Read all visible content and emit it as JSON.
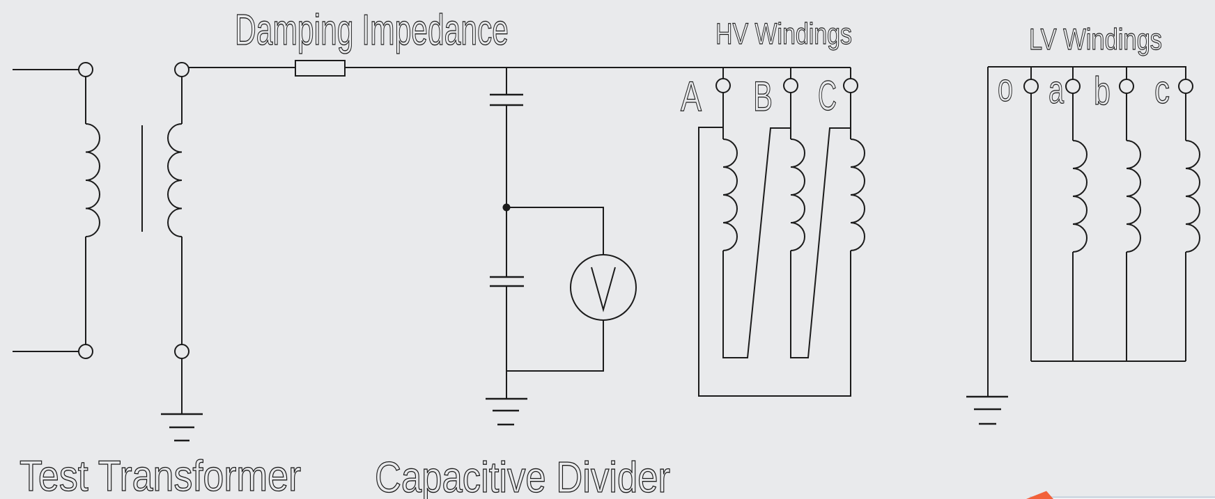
{
  "colors": {
    "background": "#e9eaec",
    "line": "#1b1b1b",
    "logo_orange": "#f2613a",
    "logo_band": "#cdd7e1",
    "logo_under_strip": "#fdfdfd"
  },
  "labels": {
    "damping_impedance": "Damping Impedance",
    "test_transformer": "Test Transformer",
    "capacitive_divider": "Capacitive Divider",
    "hv_windings": "HV Windings",
    "lv_windings": "LV Windings",
    "voltmeter": "V",
    "hv_phases": [
      "A",
      "B",
      "C"
    ],
    "lv_terminals": [
      "o",
      "a",
      "b",
      "c"
    ]
  }
}
